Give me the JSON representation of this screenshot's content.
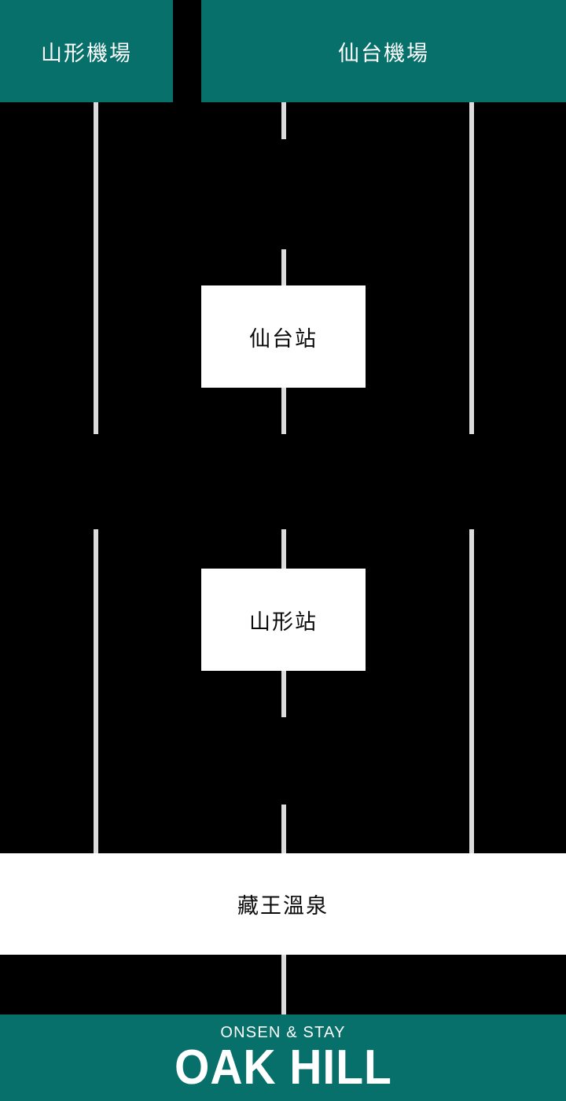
{
  "palette": {
    "teal": "#07706A",
    "background": "#000000",
    "line": "#dcdcdc",
    "panel": "#ffffff",
    "text_on_teal": "#ffffff",
    "text_on_panel": "#0a0a0a"
  },
  "header": {
    "left_airport": "山形機場",
    "right_airport": "仙台機場"
  },
  "stations": [
    {
      "name": "仙台站"
    },
    {
      "name": "山形站"
    }
  ],
  "destination": {
    "name": "藏王溫泉"
  },
  "routes": [
    {
      "id": "left-airport-route",
      "label": "山形機場"
    },
    {
      "id": "center-route",
      "label": "仙台機場"
    },
    {
      "id": "right-airport-route",
      "label": "仙台機場"
    }
  ],
  "footer": {
    "tagline": "ONSEN & STAY",
    "brand": "OAK HILL"
  }
}
